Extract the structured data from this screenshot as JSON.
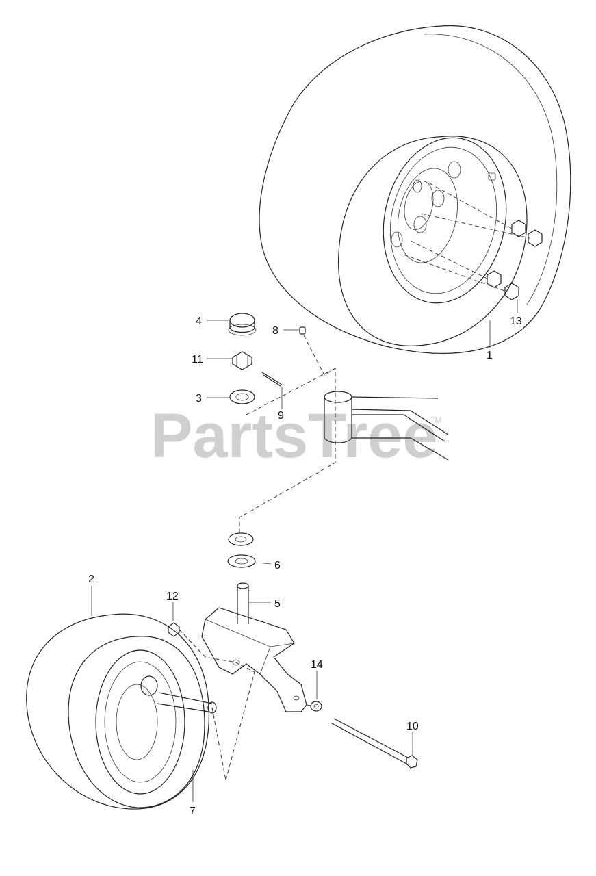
{
  "watermark": {
    "text": "PartsTree",
    "trademark": "TM"
  },
  "callouts": [
    {
      "id": "1",
      "label": "1",
      "part": "rear-wheel"
    },
    {
      "id": "2",
      "label": "2",
      "part": "front-caster-wheel"
    },
    {
      "id": "3",
      "label": "3",
      "part": "bearing-upper"
    },
    {
      "id": "4",
      "label": "4",
      "part": "dust-cap"
    },
    {
      "id": "5",
      "label": "5",
      "part": "caster-spindle"
    },
    {
      "id": "6",
      "label": "6",
      "part": "bearing-lower"
    },
    {
      "id": "7",
      "label": "7",
      "part": "wheel-spacer-tube"
    },
    {
      "id": "8",
      "label": "8",
      "part": "grease-fitting"
    },
    {
      "id": "9",
      "label": "9",
      "part": "cotter-pin"
    },
    {
      "id": "10",
      "label": "10",
      "part": "axle-bolt"
    },
    {
      "id": "11",
      "label": "11",
      "part": "castle-nut"
    },
    {
      "id": "12",
      "label": "12",
      "part": "lock-nut"
    },
    {
      "id": "13",
      "label": "13",
      "part": "lug-nuts"
    },
    {
      "id": "14",
      "label": "14",
      "part": "washer"
    }
  ]
}
